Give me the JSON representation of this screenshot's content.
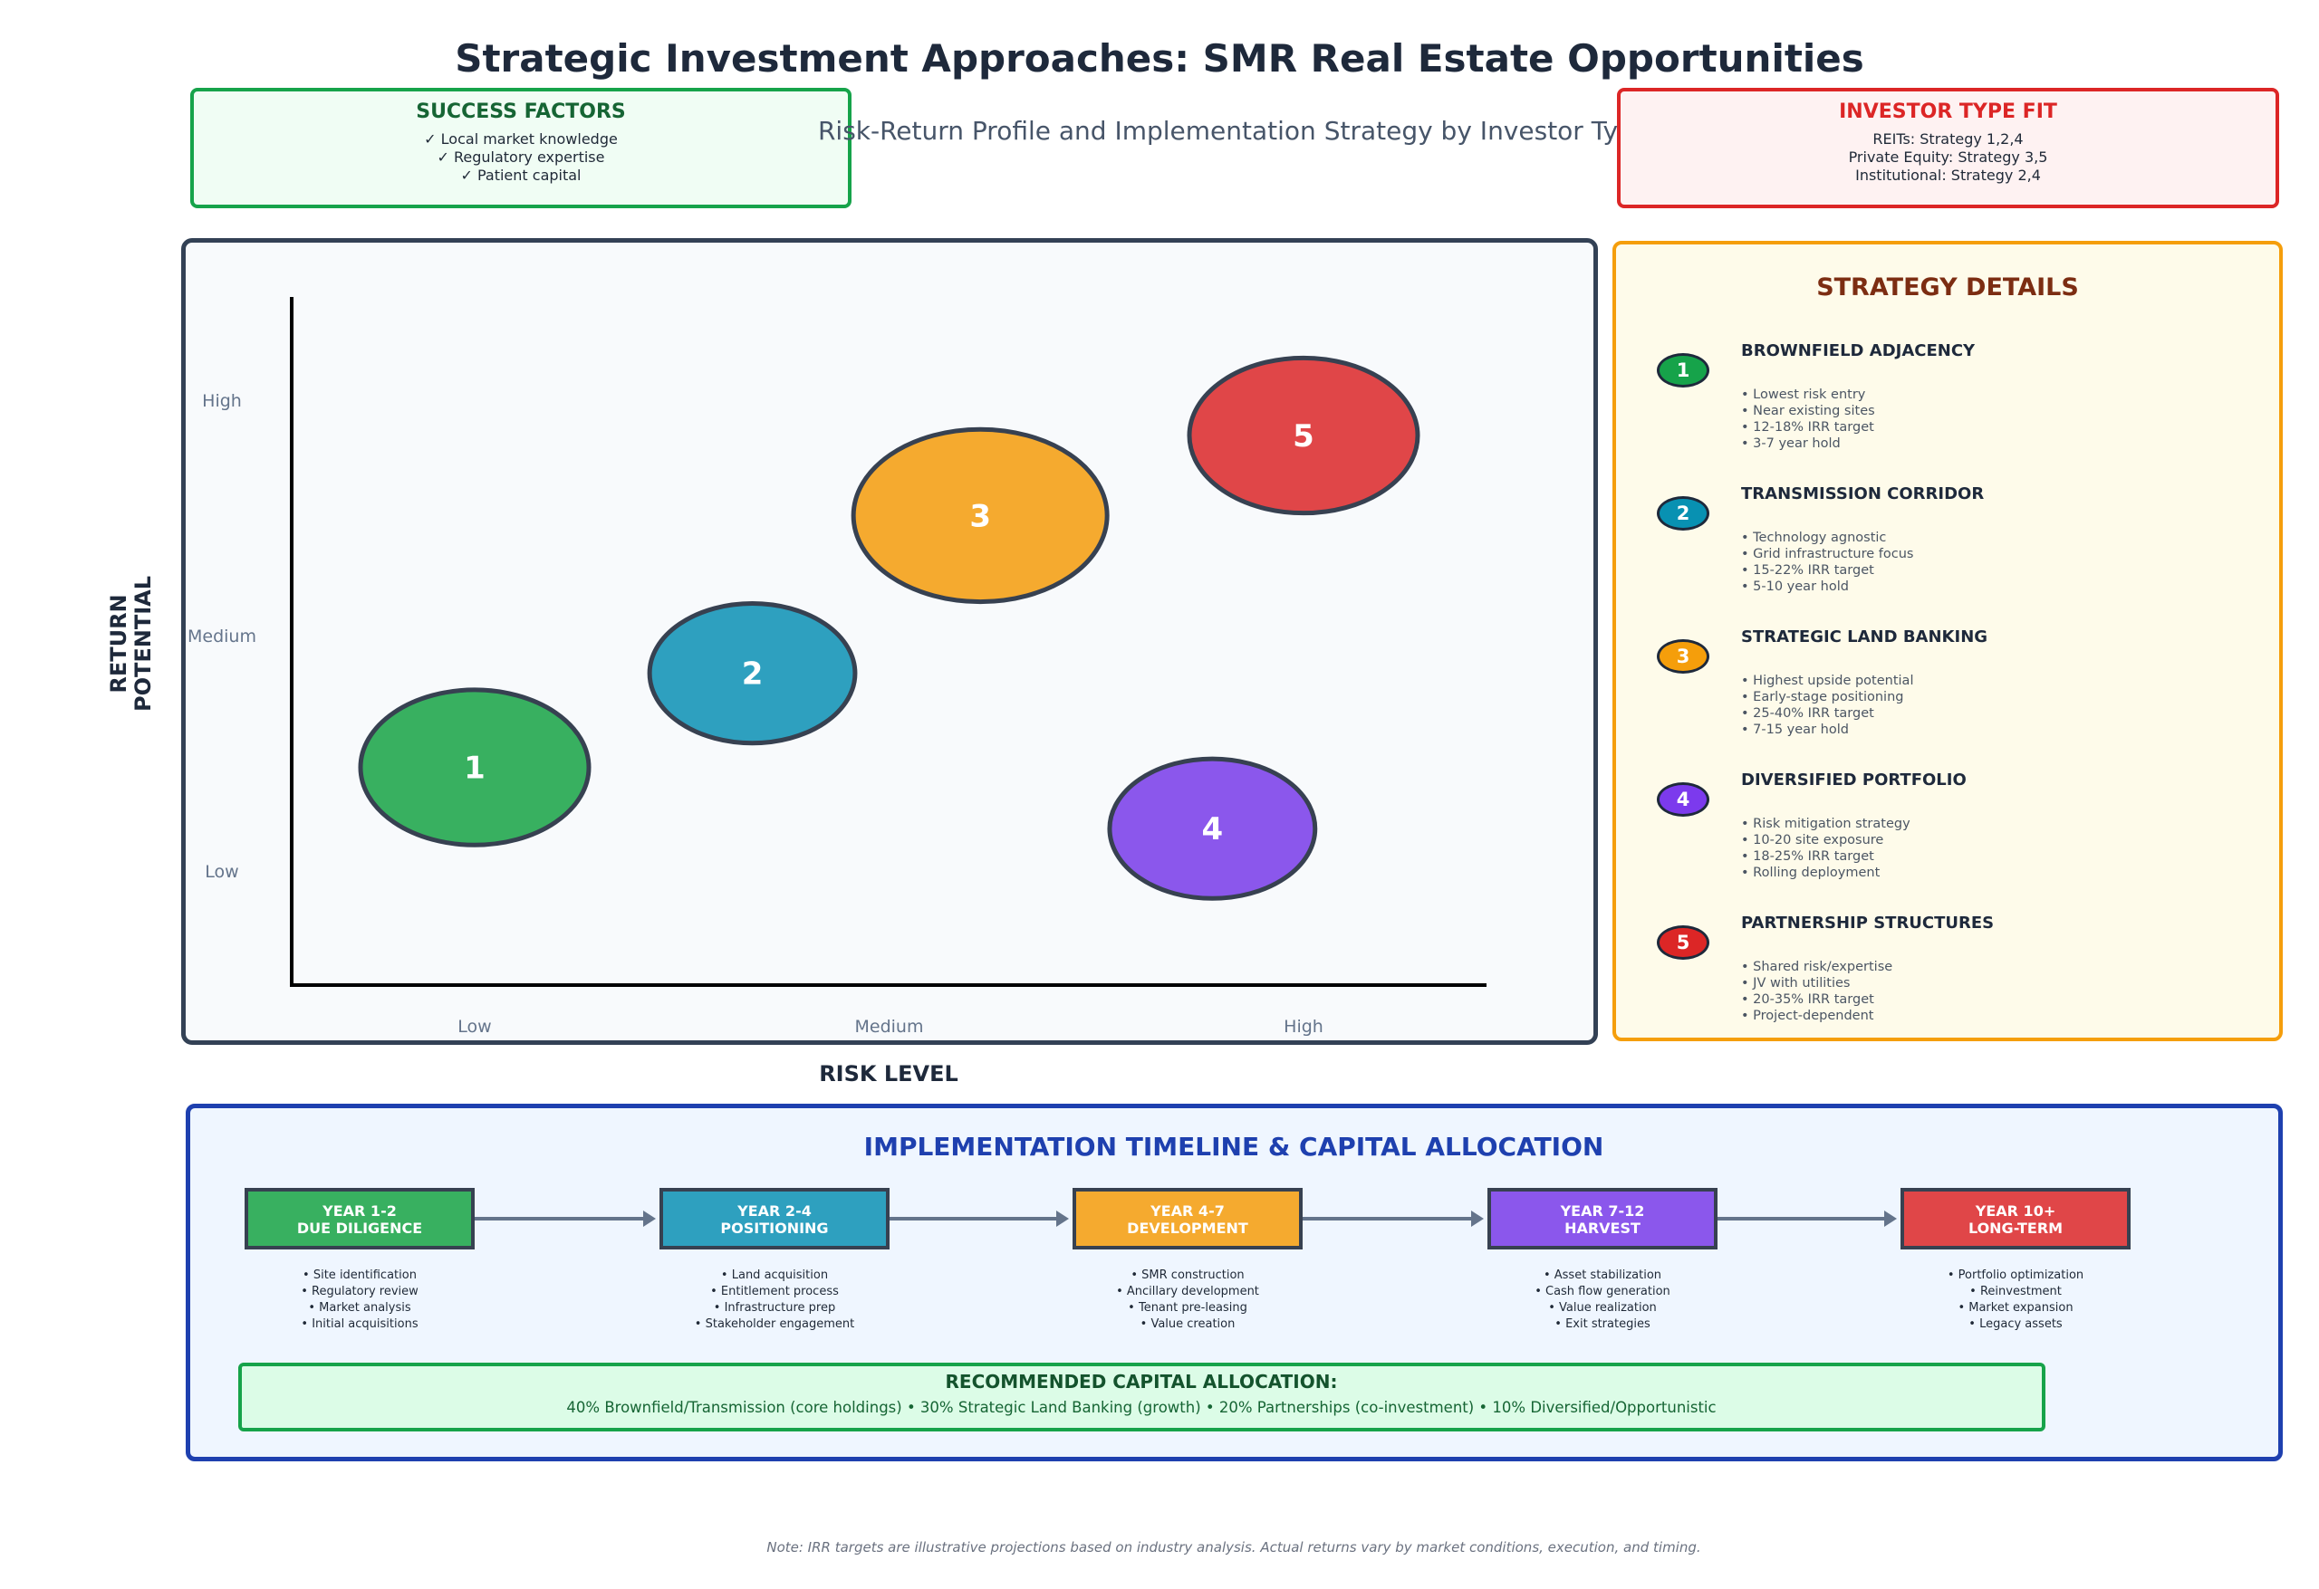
{
  "header": {
    "title": "Strategic Investment Approaches: SMR Real Estate Opportunities",
    "subtitle": "Risk-Return Profile and Implementation Strategy by Investor Type"
  },
  "success_factors": {
    "title": "SUCCESS FACTORS",
    "items": [
      "✓ Local market knowledge",
      "✓ Regulatory expertise",
      "✓ Patient capital"
    ]
  },
  "investor_fit": {
    "title": "INVESTOR TYPE FIT",
    "items": [
      "REITs: Strategy 1,2,4",
      "Private Equity: Strategy 3,5",
      "Institutional: Strategy 2,4"
    ]
  },
  "chart_data": {
    "type": "scatter",
    "title": "",
    "xlabel": "RISK LEVEL",
    "ylabel": "RETURN POTENTIAL",
    "ylabel_lines": [
      "RETURN",
      "POTENTIAL"
    ],
    "x_ticks": [
      {
        "value": 1,
        "label": "Low"
      },
      {
        "value": 2,
        "label": "Medium"
      },
      {
        "value": 3,
        "label": "High"
      }
    ],
    "y_ticks": [
      {
        "value": 1,
        "label": "Low"
      },
      {
        "value": 2,
        "label": "Medium"
      },
      {
        "value": 3,
        "label": "High"
      }
    ],
    "xlim": [
      0.58,
      3.44
    ],
    "ylim": [
      0.5,
      3.5
    ],
    "grid": false,
    "points": [
      {
        "label": "1",
        "x": 1.0,
        "y": 1.44,
        "size": 90,
        "color": "#38b060"
      },
      {
        "label": "2",
        "x": 1.67,
        "y": 1.84,
        "size": 81,
        "color": "#2ea0bf"
      },
      {
        "label": "3",
        "x": 2.22,
        "y": 2.51,
        "size": 100,
        "color": "#f5aa2f"
      },
      {
        "label": "4",
        "x": 2.78,
        "y": 1.18,
        "size": 81,
        "color": "#8b57ec"
      },
      {
        "label": "5",
        "x": 3.0,
        "y": 2.85,
        "size": 90,
        "color": "#e04648"
      }
    ]
  },
  "strategy_details": {
    "title": "STRATEGY DETAILS",
    "items": [
      {
        "num": "1",
        "name": "BROWNFIELD ADJACENCY",
        "color": "#16a34a",
        "bullets": [
          "• Lowest risk entry",
          "• Near existing sites",
          "• 12-18% IRR target",
          "• 3-7 year hold"
        ]
      },
      {
        "num": "2",
        "name": "TRANSMISSION CORRIDOR",
        "color": "#0891b2",
        "bullets": [
          "• Technology agnostic",
          "• Grid infrastructure focus",
          "• 15-22% IRR target",
          "• 5-10 year hold"
        ]
      },
      {
        "num": "3",
        "name": "STRATEGIC LAND BANKING",
        "color": "#f59e0b",
        "bullets": [
          "• Highest upside potential",
          "• Early-stage positioning",
          "• 25-40% IRR target",
          "• 7-15 year hold"
        ]
      },
      {
        "num": "4",
        "name": "DIVERSIFIED PORTFOLIO",
        "color": "#7c3aed",
        "bullets": [
          "• Risk mitigation strategy",
          "• 10-20 site exposure",
          "• 18-25% IRR target",
          "• Rolling deployment"
        ]
      },
      {
        "num": "5",
        "name": "PARTNERSHIP STRUCTURES",
        "color": "#dc2626",
        "bullets": [
          "• Shared risk/expertise",
          "• JV with utilities",
          "• 20-35% IRR target",
          "• Project-dependent"
        ]
      }
    ]
  },
  "timeline": {
    "title": "IMPLEMENTATION TIMELINE & CAPITAL ALLOCATION",
    "phases": [
      {
        "years": "YEAR 1-2",
        "name": "DUE DILIGENCE",
        "color": "#38b060",
        "bullets": [
          "• Site identification",
          "• Regulatory review",
          "• Market analysis",
          "• Initial acquisitions"
        ]
      },
      {
        "years": "YEAR 2-4",
        "name": "POSITIONING",
        "color": "#2ea0bf",
        "bullets": [
          "• Land acquisition",
          "• Entitlement process",
          "• Infrastructure prep",
          "• Stakeholder engagement"
        ]
      },
      {
        "years": "YEAR 4-7",
        "name": "DEVELOPMENT",
        "color": "#f5aa2f",
        "bullets": [
          "• SMR construction",
          "• Ancillary development",
          "• Tenant pre-leasing",
          "• Value creation"
        ]
      },
      {
        "years": "YEAR 7-12",
        "name": "HARVEST",
        "color": "#8b57ec",
        "bullets": [
          "• Asset stabilization",
          "• Cash flow generation",
          "• Value realization",
          "• Exit strategies"
        ]
      },
      {
        "years": "YEAR 10+",
        "name": "LONG-TERM",
        "color": "#e04648",
        "bullets": [
          "• Portfolio optimization",
          "• Reinvestment",
          "• Market expansion",
          "• Legacy assets"
        ]
      }
    ],
    "allocation": {
      "title": "RECOMMENDED CAPITAL ALLOCATION:",
      "text": "40% Brownfield/Transmission (core holdings) • 30% Strategic Land Banking (growth) • 20% Partnerships (co-investment) • 10% Diversified/Opportunistic"
    }
  },
  "note": "Note: IRR targets are illustrative projections based on industry analysis. Actual returns vary by market conditions, execution, and timing."
}
